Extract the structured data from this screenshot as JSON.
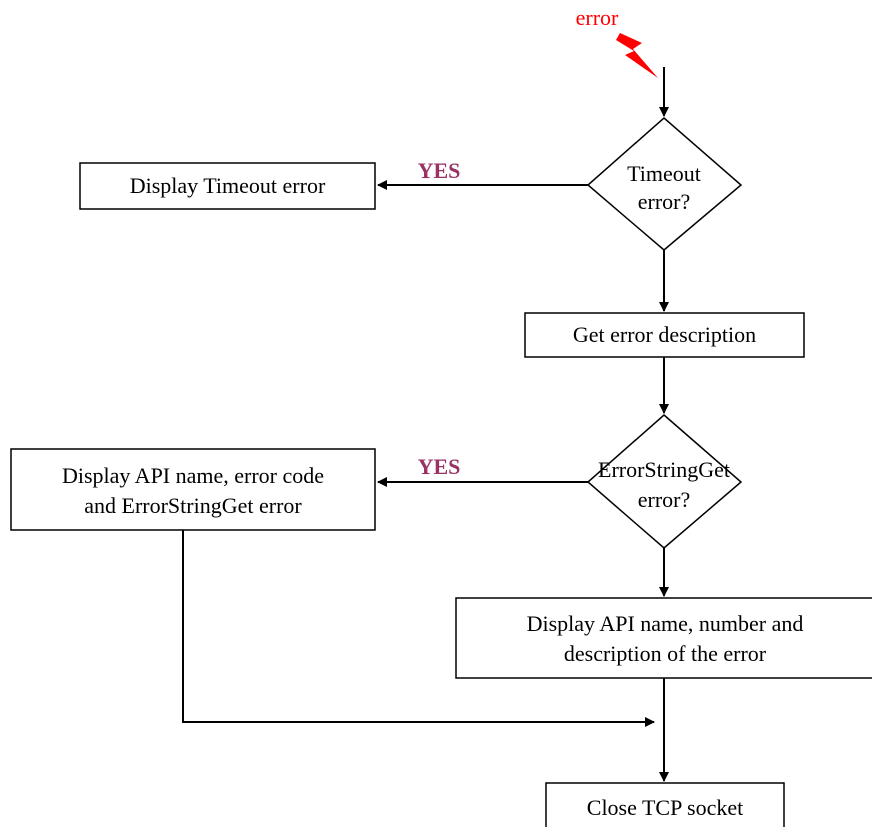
{
  "diagram": {
    "trigger_label": "error",
    "decisions": {
      "timeout": {
        "line1": "Timeout",
        "line2": "error?"
      },
      "errorstringget": {
        "line1": "ErrorStringGet",
        "line2": "error?"
      }
    },
    "boxes": {
      "display_timeout": "Display Timeout error",
      "get_description": "Get error description",
      "display_api_errorstring": {
        "line1": "Display API name, error code",
        "line2": "and ErrorStringGet error"
      },
      "display_api_number": {
        "line1": "Display API name, number and",
        "line2": "description of the error"
      },
      "close_socket": "Close TCP socket"
    },
    "branch_labels": {
      "timeout_yes": "YES",
      "errorstringget_yes": "YES"
    }
  },
  "colors": {
    "trigger": "#ff0000",
    "yes_label": "#993366",
    "lightning_icon": "#ff0000",
    "lines": "#000000"
  },
  "icons": {
    "trigger": "lightning-bolt-icon"
  }
}
